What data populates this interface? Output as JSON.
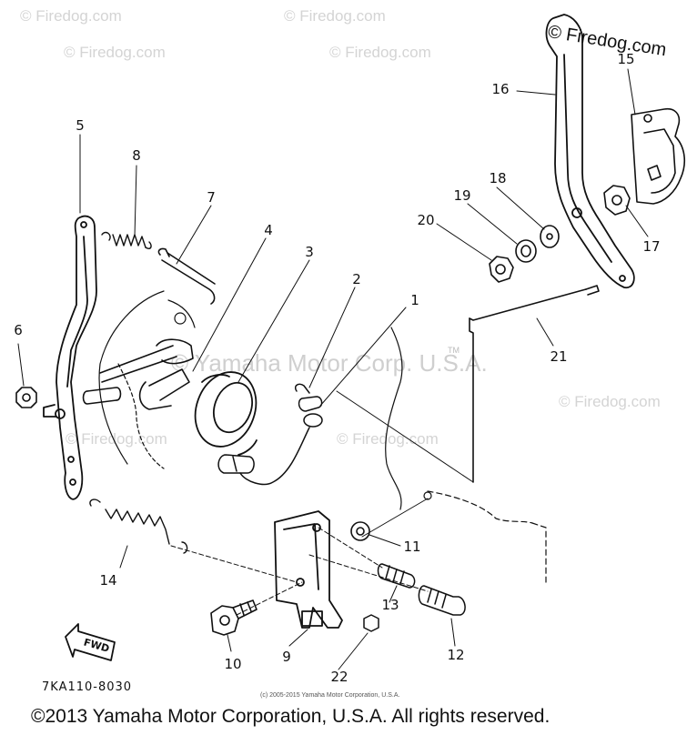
{
  "watermarks": {
    "firedog": "© Firedog.com",
    "firedog_brand": "© Firedog.com",
    "center": "© Yamaha Motor Corp. U.S.A.",
    "tm": "TM"
  },
  "callouts": [
    "1",
    "2",
    "3",
    "4",
    "5",
    "6",
    "7",
    "8",
    "9",
    "10",
    "11",
    "12",
    "13",
    "14",
    "15",
    "16",
    "17",
    "18",
    "19",
    "20",
    "21",
    "22"
  ],
  "diagram_code": "7KA110-8030",
  "fwd_label": "FWD",
  "small_copyright": "(c) 2005-2015 Yamaha Motor Corporation, U.S.A.",
  "footer_copyright": "©2013 Yamaha Motor Corporation, U.S.A. All rights reserved.",
  "colors": {
    "ink": "#111111",
    "watermark": "#d4d4d4",
    "background": "#ffffff"
  }
}
